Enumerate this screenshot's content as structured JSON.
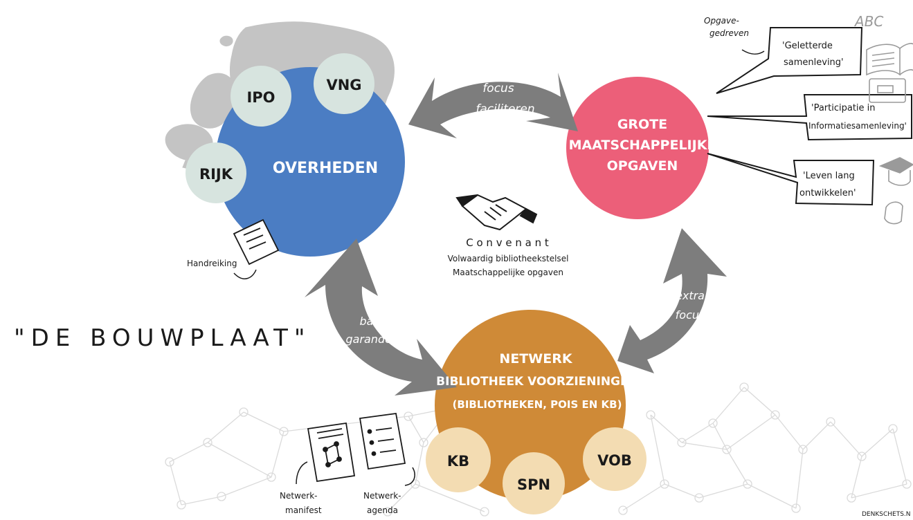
{
  "colors": {
    "overheden": "#4b7dc3",
    "opgaven": "#ec5f79",
    "netwerk": "#cf8a37",
    "small_gov": "#d7e4df",
    "small_net": "#f3dcb2",
    "arrow": "#7d7d7d",
    "map": "#c4c4c4",
    "network_lines": "#dadada",
    "ink": "#1a1a1a"
  },
  "title": "\"DE BOUWPLAAT\"",
  "overheden": {
    "label": "OVERHEDEN",
    "members": [
      "IPO",
      "VNG",
      "RIJK"
    ],
    "document": "Handreiking"
  },
  "opgaven": {
    "label_lines": [
      "GROTE",
      "MAATSCHAPPELIJKE",
      "OPGAVEN"
    ],
    "driver": [
      "Opgave-",
      "gedreven"
    ],
    "themes": [
      {
        "lines": [
          "'Geletterde",
          "samenleving'"
        ],
        "icon": "book-icon"
      },
      {
        "lines": [
          "'Participatie in",
          "Informatiesamenleving'"
        ],
        "icon": "tablet-icon"
      },
      {
        "lines": [
          "'Leven lang",
          "ontwikkelen'"
        ],
        "icon": "graduation-icon"
      }
    ],
    "abc": "ABC"
  },
  "netwerk": {
    "label_lines": [
      "NETWERK",
      "BIBLIOTHEEK VOORZIENINGEN",
      "(BIBLIOTHEKEN, POIS EN KB)"
    ],
    "members": [
      "KB",
      "SPN",
      "VOB"
    ],
    "documents": [
      {
        "lines": [
          "Netwerk-",
          "manifest"
        ],
        "icon": "network-document-icon"
      },
      {
        "lines": [
          "Netwerk-",
          "agenda"
        ],
        "icon": "list-document-icon"
      }
    ]
  },
  "arrows": {
    "top": [
      "focus",
      "faciliteren"
    ],
    "left": [
      "basis",
      "garanderen"
    ],
    "right": [
      "extra",
      "focus"
    ]
  },
  "convenant": {
    "title": "C o n v e n a n t",
    "lines": [
      "Volwaardig bibliotheekstelsel",
      "Maatschappelijke opgaven"
    ],
    "icon": "handshake-icon"
  },
  "credit": "DENKSCHETS.N"
}
